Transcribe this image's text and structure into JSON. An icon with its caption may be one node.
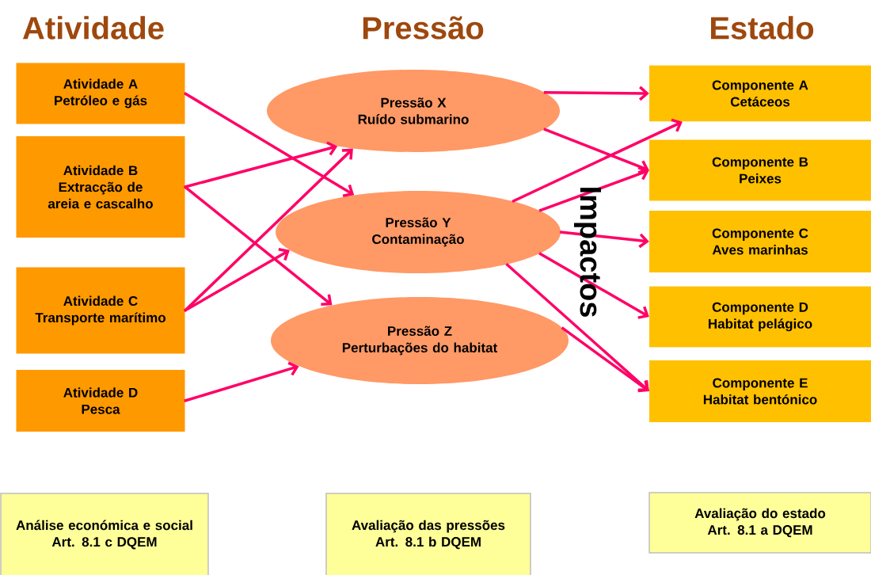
{
  "diagram": {
    "nodes": [
      {
        "text": [
          "Atividade A",
          "Petróleo e gás"
        ]
      },
      {
        "text": [
          "Atividade B",
          "Extracção de areia e cascalho"
        ]
      },
      {
        "text": [
          "Atividade C",
          "Transporte marítimo"
        ]
      },
      {
        "text": [
          "Atividade D",
          "Pesca"
        ]
      },
      {
        "text": [
          "Pressão X",
          "Ruído submarino"
        ]
      },
      {
        "text": [
          "Pressão Y",
          "Contaminação"
        ]
      },
      {
        "text": [
          "Pressão Z",
          "Perturbações do habitat"
        ]
      },
      {
        "text": [
          "Componente A",
          "Cetáceos"
        ]
      },
      {
        "text": [
          "Componente B",
          "Peixes"
        ]
      },
      {
        "text": [
          "Componente C",
          "Aves marinhas"
        ]
      },
      {
        "text": [
          "Componente D",
          "Habitat pelágico"
        ]
      },
      {
        "text": [
          "Componente E",
          "Habitat bentónico"
        ]
      },
      {
        "text": [
          "Análise económica e social",
          "Art. 8.1 c DQEM"
        ]
      },
      {
        "text": [
          "Avaliação das pressões",
          "Art. 8.1 b DQEM"
        ]
      },
      {
        "text": [
          "Avaliação do estado",
          "Art. 8.1 a DQEM"
        ]
      }
    ],
    "edges": [
      {
        "from": 0,
        "to": 5,
        "arrow": "to"
      },
      {
        "from": 1,
        "to": 4,
        "arrow": "to"
      },
      {
        "from": 1,
        "to": 6,
        "arrow": "to"
      },
      {
        "from": 2,
        "to": 4,
        "arrow": "to"
      },
      {
        "from": 2,
        "to": 5,
        "arrow": "to"
      },
      {
        "from": 3,
        "to": 6,
        "arrow": "to"
      },
      {
        "from": 4,
        "to": 7,
        "arrow": "to"
      },
      {
        "from": 4,
        "to": 8,
        "arrow": "to"
      },
      {
        "from": 5,
        "to": 7,
        "arrow": "to"
      },
      {
        "from": 5,
        "to": 8,
        "arrow": "to"
      },
      {
        "from": 5,
        "to": 9,
        "arrow": "to"
      },
      {
        "from": 5,
        "to": 10,
        "arrow": "to"
      },
      {
        "from": 5,
        "to": 11,
        "arrow": "to"
      },
      {
        "from": 6,
        "to": 11,
        "arrow": "to"
      }
    ],
    "labels": [
      "Atividade",
      "Pressão",
      "Estado",
      "Impactos"
    ]
  }
}
